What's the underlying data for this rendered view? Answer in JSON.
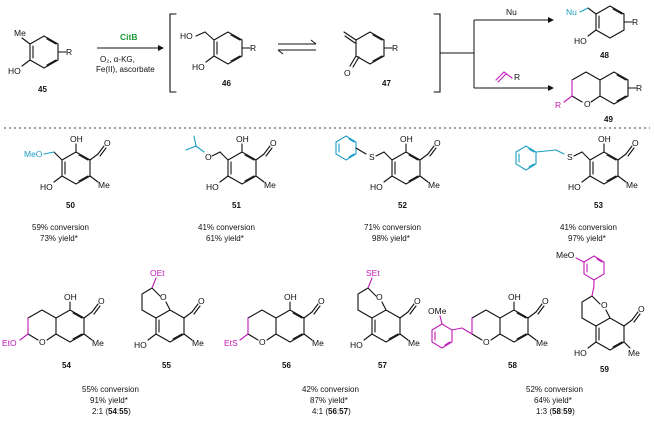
{
  "colors": {
    "nucleophile_cyan": "#1b9ec4",
    "alkene_magenta": "#c21ab8",
    "enzyme_green": "#1e9a3a",
    "ink": "#111111"
  },
  "scheme": {
    "enzyme": "CitB",
    "conditions_1": "O₂, α-KG,",
    "conditions_2": "Fe(II), ascorbate",
    "nu_label": "Nu",
    "r_label": "R",
    "compounds": {
      "c45": "45",
      "c46": "46",
      "c47": "47",
      "c48": "48",
      "c49": "49"
    },
    "atoms": {
      "me": "Me",
      "ho": "HO",
      "o": "O",
      "r": "R",
      "nu": "Nu"
    }
  },
  "products_row1": [
    {
      "id": "50",
      "conversion": "59% conversion",
      "yield": "73% yield*",
      "subst": "MeO"
    },
    {
      "id": "51",
      "conversion": "41% conversion",
      "yield": "61% yield*"
    },
    {
      "id": "52",
      "conversion": "71% conversion",
      "yield": "98% yield*"
    },
    {
      "id": "53",
      "conversion": "41% conversion",
      "yield": "97% yield*"
    }
  ],
  "products_row2": [
    {
      "ids": [
        "54",
        "55"
      ],
      "conversion": "55% conversion",
      "yield": "91% yield*",
      "ratio_a": "2:1 (",
      "ratio_b": "54",
      "ratio_c": ":",
      "ratio_d": "55",
      "ratio_e": ")",
      "subst_a": "EtO",
      "subst_b": "OEt"
    },
    {
      "ids": [
        "56",
        "57"
      ],
      "conversion": "42% conversion",
      "yield": "87% yield*",
      "ratio_a": "4:1 (",
      "ratio_b": "56",
      "ratio_c": ":",
      "ratio_d": "57",
      "ratio_e": ")",
      "subst_a": "EtS",
      "subst_b": "SEt"
    },
    {
      "ids": [
        "58",
        "59"
      ],
      "conversion": "52% conversion",
      "yield": "64% yield*",
      "ratio_a": "1:3 (",
      "ratio_b": "58",
      "ratio_c": ":",
      "ratio_d": "59",
      "ratio_e": ")",
      "subst_a": "OMe",
      "subst_b": "MeO"
    }
  ],
  "atom_labels": {
    "ho": "HO",
    "o": "O",
    "me": "Me",
    "s": "S",
    "oh": "OH"
  }
}
